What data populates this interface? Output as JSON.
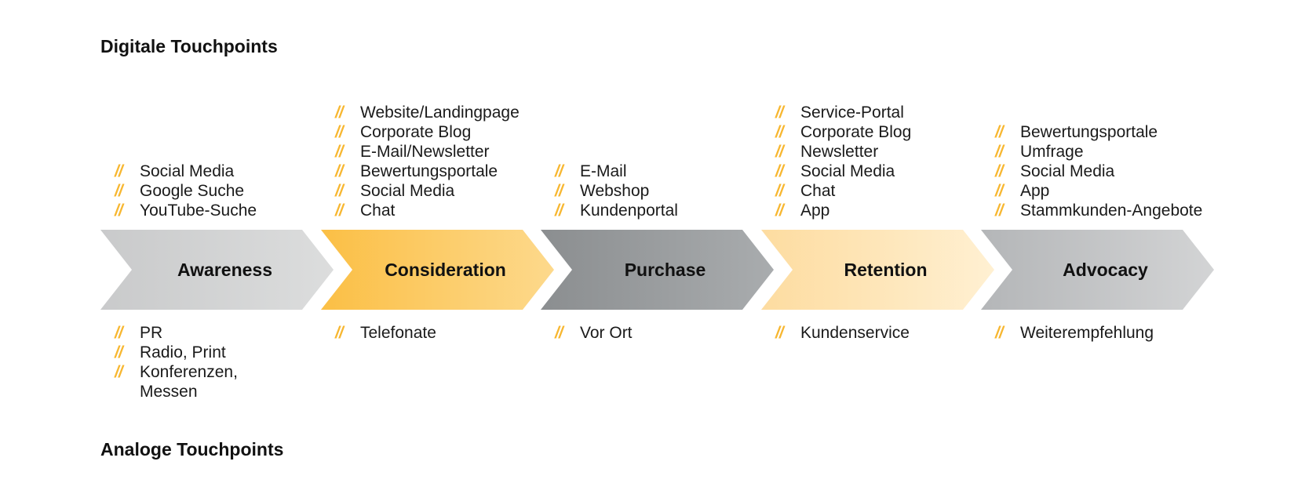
{
  "titles": {
    "digital": "Digitale Touchpoints",
    "analog": "Analoge Touchpoints"
  },
  "bullet_marker": "//",
  "stages": [
    {
      "label": "Awareness",
      "colors": [
        "#c9cacb",
        "#dcdddd"
      ],
      "digital": [
        "Social Media",
        "Google Suche",
        "YouTube-Suche"
      ],
      "analog": [
        "PR",
        "Radio, Print",
        "Konferenzen, Messen"
      ]
    },
    {
      "label": "Consideration",
      "colors": [
        "#fbbf45",
        "#fdd98c"
      ],
      "digital": [
        "Website/Landingpage",
        "Corporate Blog",
        "E-Mail/Newsletter",
        "Bewertungsportale",
        "Social Media",
        "Chat"
      ],
      "analog": [
        "Telefonate"
      ]
    },
    {
      "label": "Purchase",
      "colors": [
        "#8b8e90",
        "#a9acae"
      ],
      "digital": [
        "E-Mail",
        "Webshop",
        "Kundenportal"
      ],
      "analog": [
        "Vor Ort"
      ]
    },
    {
      "label": "Retention",
      "colors": [
        "#fddca0",
        "#fff0d2"
      ],
      "digital": [
        "Service-Portal",
        "Corporate Blog",
        "Newsletter",
        "Social Media",
        "Chat",
        "App"
      ],
      "analog": [
        "Kundenservice"
      ]
    },
    {
      "label": "Advocacy",
      "colors": [
        "#b4b6b8",
        "#d3d4d5"
      ],
      "digital": [
        "Bewertungsportale",
        "Umfrage",
        "Social Media",
        "App",
        "Stammkunden-Angebote"
      ],
      "analog": [
        "Weiterempfehlung"
      ]
    }
  ]
}
